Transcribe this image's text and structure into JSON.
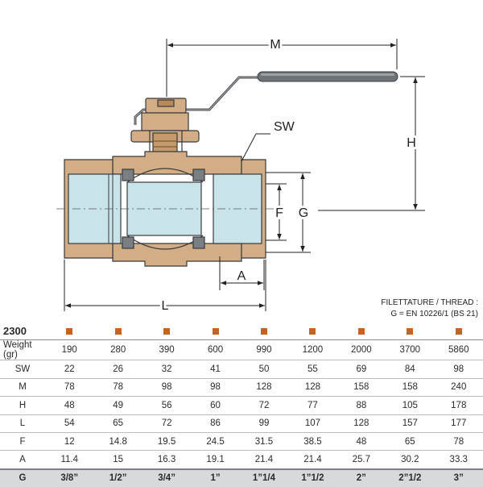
{
  "diagram": {
    "dimension_labels": {
      "M": "M",
      "H": "H",
      "SW": "SW",
      "F": "F",
      "G": "G",
      "A": "A",
      "L": "L"
    },
    "colors": {
      "bronze": "#d2ad86",
      "bronze_dark": "#b78a5c",
      "bore": "#c8e4ea",
      "handle": "#6e7378",
      "gasket": "#7a7f84",
      "line": "#3a3a3a"
    }
  },
  "thread_note": {
    "line1": "FILETTATURE / THREAD :",
    "line2": "G = EN 10226/1 (BS 21)"
  },
  "table": {
    "model": "2300",
    "columns": 9,
    "rows": [
      {
        "label": "Weight (gr)",
        "values": [
          "190",
          "280",
          "390",
          "600",
          "990",
          "1200",
          "2000",
          "3700",
          "5860"
        ]
      },
      {
        "label": "SW",
        "values": [
          "22",
          "26",
          "32",
          "41",
          "50",
          "55",
          "69",
          "84",
          "98"
        ]
      },
      {
        "label": "M",
        "values": [
          "78",
          "78",
          "98",
          "98",
          "128",
          "128",
          "158",
          "158",
          "240"
        ]
      },
      {
        "label": "H",
        "values": [
          "48",
          "49",
          "56",
          "60",
          "72",
          "77",
          "88",
          "105",
          "178"
        ]
      },
      {
        "label": "L",
        "values": [
          "54",
          "65",
          "72",
          "86",
          "99",
          "107",
          "128",
          "157",
          "177"
        ]
      },
      {
        "label": "F",
        "values": [
          "12",
          "14.8",
          "19.5",
          "24.5",
          "31.5",
          "38.5",
          "48",
          "65",
          "78"
        ]
      },
      {
        "label": "A",
        "values": [
          "11.4",
          "15",
          "16.3",
          "19.1",
          "21.4",
          "21.4",
          "25.7",
          "30.2",
          "33.3"
        ]
      },
      {
        "label": "G",
        "values": [
          "3/8”",
          "1/2”",
          "3/4”",
          "1”",
          "1”1/4",
          "1”1/2",
          "2”",
          "2”1/2",
          "3”"
        ]
      }
    ]
  }
}
